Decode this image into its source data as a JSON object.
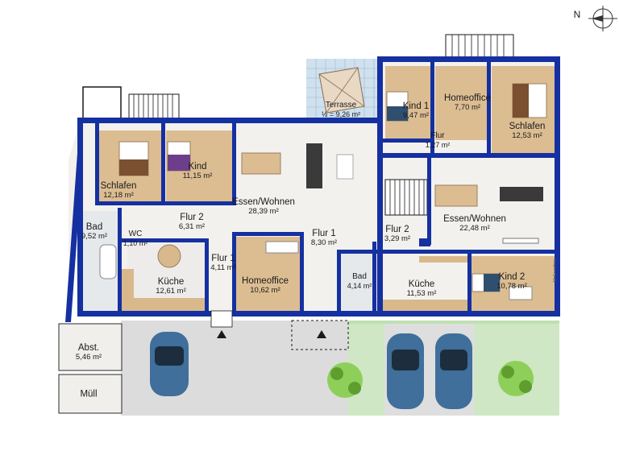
{
  "compass": {
    "label": "N"
  },
  "rooms": [
    {
      "name": "Terrasse",
      "area": "½ = 9,26 m²"
    },
    {
      "name": "Kind 1",
      "area": "9,47 m²"
    },
    {
      "name": "Homeoffice",
      "area": "7,70 m²"
    },
    {
      "name": "Schlafen",
      "area": "12,53 m²"
    },
    {
      "name": "Flur",
      "area": "1,27 m²"
    },
    {
      "name": "Schlafen",
      "area": "12,18 m²"
    },
    {
      "name": "Kind",
      "area": "11,15 m²"
    },
    {
      "name": "Essen/Wohnen",
      "area": "28,39 m²"
    },
    {
      "name": "Essen/Wohnen",
      "area": "22,48 m²"
    },
    {
      "name": "Flur 2",
      "area": "6,31 m²"
    },
    {
      "name": "Bad",
      "area": "9,52 m²"
    },
    {
      "name": "WC",
      "area": "1,10 m²"
    },
    {
      "name": "Flur 1",
      "area": "8,30 m²"
    },
    {
      "name": "Flur 2",
      "area": "3,29 m²"
    },
    {
      "name": "Flur 1",
      "area": "4,11 m²"
    },
    {
      "name": "Küche",
      "area": "12,61 m²"
    },
    {
      "name": "Homeoffice",
      "area": "10,62 m²"
    },
    {
      "name": "Bad",
      "area": "4,14 m²"
    },
    {
      "name": "Küche",
      "area": "11,53 m²"
    },
    {
      "name": "Kind 2",
      "area": "10,78 m²"
    },
    {
      "name": "Abst.",
      "area": "5,46 m²"
    },
    {
      "name": "Müll",
      "area": ""
    }
  ],
  "watermark": "McGrundriss",
  "colors": {
    "wall": "#1530a0",
    "floor": "#f3f1ee",
    "wood": "#d9b98c",
    "grass": "#cde7c3",
    "paving": "#d7d7d7",
    "car": "#3f6f9a"
  }
}
